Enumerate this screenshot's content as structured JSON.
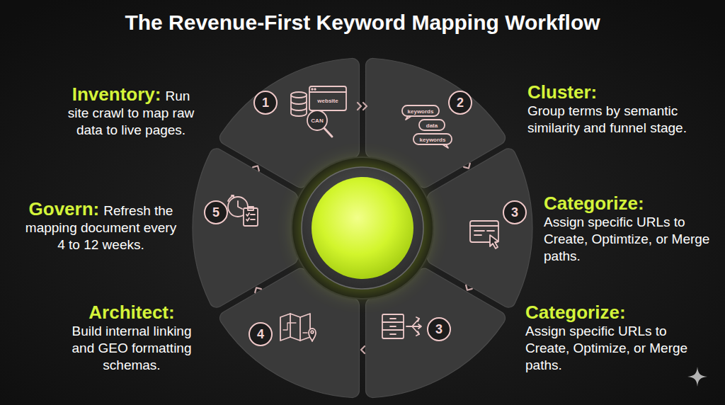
{
  "diagram": {
    "title": "The Revenue-First Keyword Mapping Workflow",
    "nodes": [
      {
        "text": [
          "1"
        ]
      },
      {
        "text": [
          "2"
        ]
      },
      {
        "text": [
          "3"
        ]
      },
      {
        "text": [
          "3"
        ]
      },
      {
        "text": [
          "4"
        ]
      },
      {
        "text": [
          "5"
        ]
      }
    ],
    "labels": [
      "Inventory:",
      "Run site crawl to map raw data to live pages.",
      "Cluster:",
      "Group terms by semantic similarity and funnel stage.",
      "Categorize:",
      "Assign specific URLs to Create, Optimtize, or Merge paths.",
      "Categorize:",
      "Assign specific URLs to Create, Optimize, or Merge paths.",
      "Architect:",
      "Build internal linking and GEO formatting schemas.",
      "Govern:",
      "Refresh the mapping document every 4 to 12 weeks.",
      "website",
      "CAN",
      "keywords",
      "data",
      "keywords"
    ]
  }
}
